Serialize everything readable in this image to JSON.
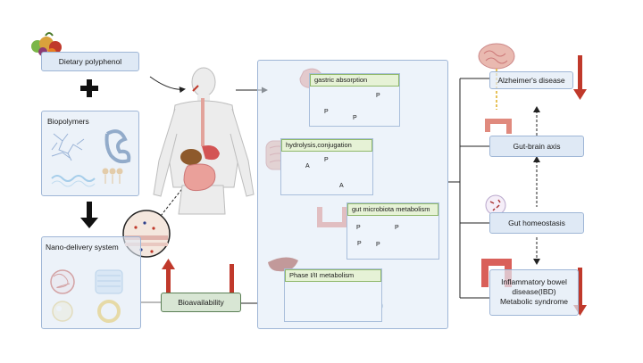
{
  "left": {
    "dietary_polyphenol": "Dietary polyphenol",
    "plus_sign": "+",
    "biopolymers": "Biopolymers",
    "nano_delivery": "Nano-delivery system",
    "bioavailability": "Bioavailability"
  },
  "steps": {
    "gastric": "gastric absorption",
    "hydrolysis": "hydrolysis,conjugation",
    "gut_microbiota": "gut microbiota metabolism",
    "phase": "Phase I/II metabolism"
  },
  "markers": {
    "p": "P",
    "a": "A"
  },
  "right": {
    "alzheimers": "Alzheimer's disease",
    "gut_brain": "Gut-brain axis",
    "gut_homeostasis": "Gut homeostasis",
    "ibd_line1": "Inflammatory bowel",
    "ibd_line2": "disease(IBD)",
    "ibd_line3": "Metabolic syndrome"
  },
  "colors": {
    "panel_fill": "#dfe9f5",
    "step_header": "#e6f2d6",
    "down_arrow": "#c0392b",
    "up_arrow": "#c0392b"
  }
}
